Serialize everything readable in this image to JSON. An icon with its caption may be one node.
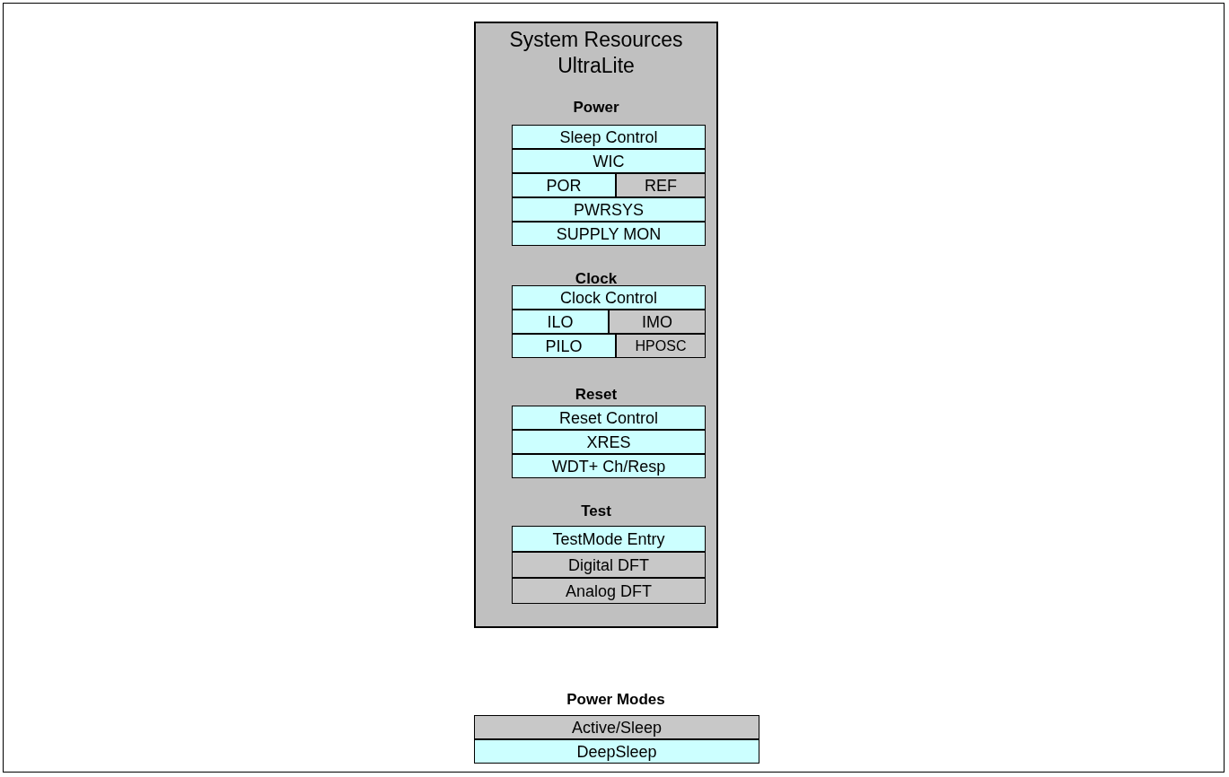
{
  "diagram": {
    "nodes": [
      {
        "text": [
          "System Resources UltraLite"
        ]
      },
      {
        "text": [
          "Sleep Control"
        ],
        "in": 0
      },
      {
        "text": [
          "WIC"
        ],
        "in": 0
      },
      {
        "text": [
          "POR"
        ],
        "in": 0
      },
      {
        "text": [
          "REF"
        ],
        "in": 0
      },
      {
        "text": [
          "PWRSYS"
        ],
        "in": 0
      },
      {
        "text": [
          "SUPPLY MON"
        ],
        "in": 0
      },
      {
        "text": [
          "Clock Control"
        ],
        "in": 0
      },
      {
        "text": [
          "ILO"
        ],
        "in": 0
      },
      {
        "text": [
          "IMO"
        ],
        "in": 0
      },
      {
        "text": [
          "PILO"
        ],
        "in": 0
      },
      {
        "text": [
          "HPOSC"
        ],
        "in": 0
      },
      {
        "text": [
          "Reset Control"
        ],
        "in": 0
      },
      {
        "text": [
          "XRES"
        ],
        "in": 0
      },
      {
        "text": [
          "WDT+ Ch/Resp"
        ],
        "in": 0
      },
      {
        "text": [
          "TestMode Entry"
        ],
        "in": 0
      },
      {
        "text": [
          "Digital DFT"
        ],
        "in": 0
      },
      {
        "text": [
          "Analog DFT"
        ],
        "in": 0
      },
      {
        "text": [
          "Active/Sleep"
        ]
      },
      {
        "text": [
          "DeepSleep"
        ]
      }
    ],
    "edges": [],
    "labels": [
      "Power",
      "Clock",
      "Reset",
      "Test",
      "Power Modes"
    ]
  }
}
